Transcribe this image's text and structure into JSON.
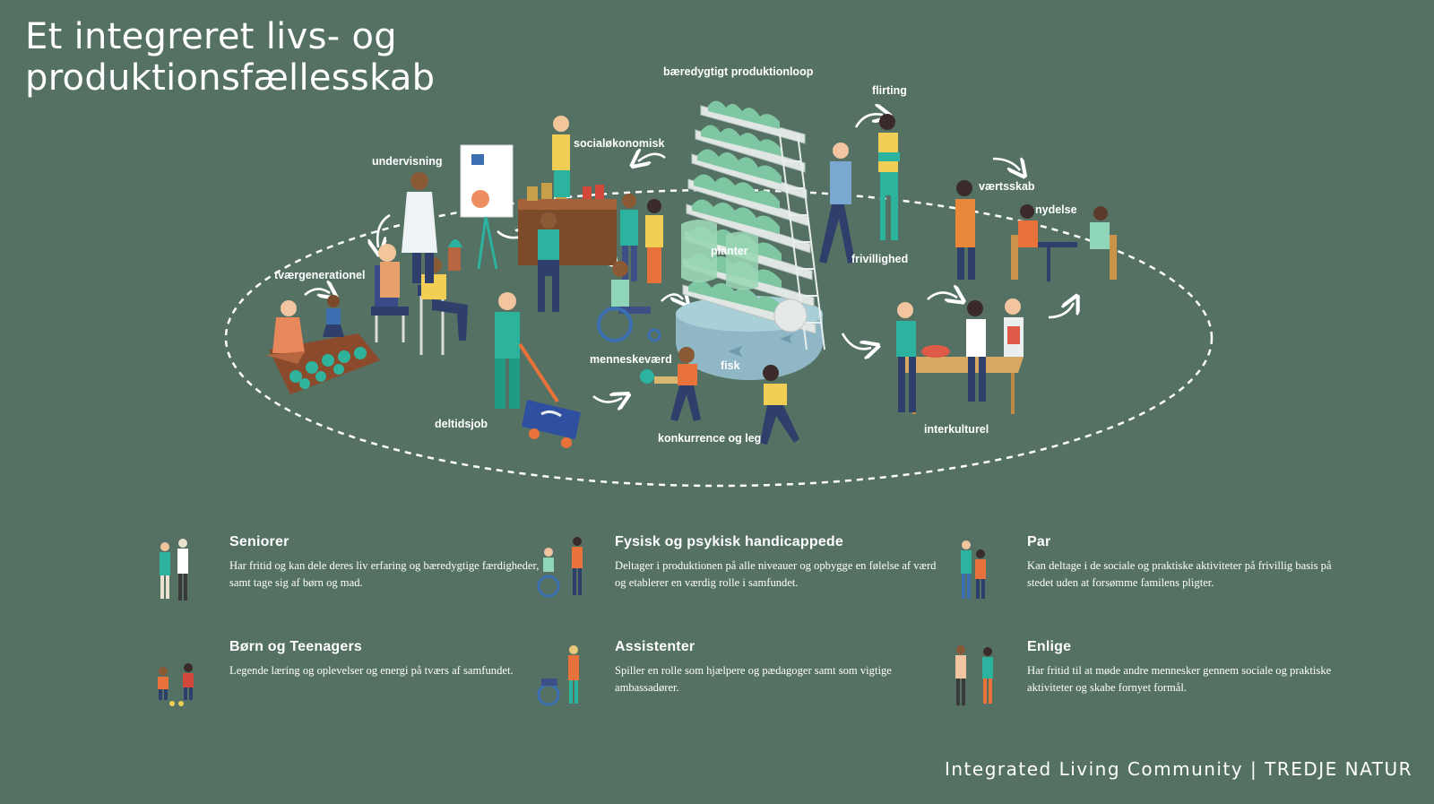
{
  "header": {
    "title_line1": "Et integreret livs- og",
    "title_line2": "produktionsfællesskab"
  },
  "diagram": {
    "labels": {
      "loop": "bæredygtigt produktionloop",
      "flirting": "flirting",
      "socialokonomisk": "socialøkonomisk",
      "undervisning": "undervisning",
      "vaertsskab": "værtsskab",
      "nydelse": "nydelse",
      "tvaergenerationel": "tværgenerationel",
      "planter": "planter",
      "frivillighed": "frivillighed",
      "menneskevaerd": "menneskeværd",
      "fisk": "fisk",
      "deltidsjob": "deltidsjob",
      "konkurrence": "konkurrence og leg",
      "interkulturel": "interkulturel"
    }
  },
  "groups": [
    {
      "title": "Seniorer",
      "text": "Har fritid og kan dele deres liv erfaring og bæredygtige færdigheder, samt tage sig af børn og mad.",
      "icon": "seniors-icon"
    },
    {
      "title": "Fysisk og psykisk handicappede",
      "text": "Deltager i produktionen på alle niveauer og opbygge en følelse af værd og etablerer en værdig rolle i samfundet.",
      "icon": "wheelchair-person-icon"
    },
    {
      "title": "Par",
      "text": "Kan deltage i de sociale og praktiske aktiviteter på frivillig basis på stedet uden at forsømme familens pligter.",
      "icon": "couple-icon"
    },
    {
      "title": "Børn og Teenagers",
      "text": "Legende læring og oplevelser og energi på tværs af samfundet.",
      "icon": "children-icon"
    },
    {
      "title": "Assistenter",
      "text": "Spiller en rolle som hjælpere og pædagoger samt som vigtige ambassadører.",
      "icon": "assistant-icon"
    },
    {
      "title": "Enlige",
      "text": "Har fritid til at møde andre mennesker gennem sociale og praktiske aktiviteter og skabe fornyet formål.",
      "icon": "singles-icon"
    }
  ],
  "footer": {
    "text": "Integrated Living Community | TREDJE NATUR"
  },
  "colors": {
    "background": "#547163",
    "teal": "#2bb3a0",
    "mint": "#8fd6b8",
    "orange": "#e8723a",
    "navy": "#2f3f6b",
    "wood": "#b98a4e"
  }
}
